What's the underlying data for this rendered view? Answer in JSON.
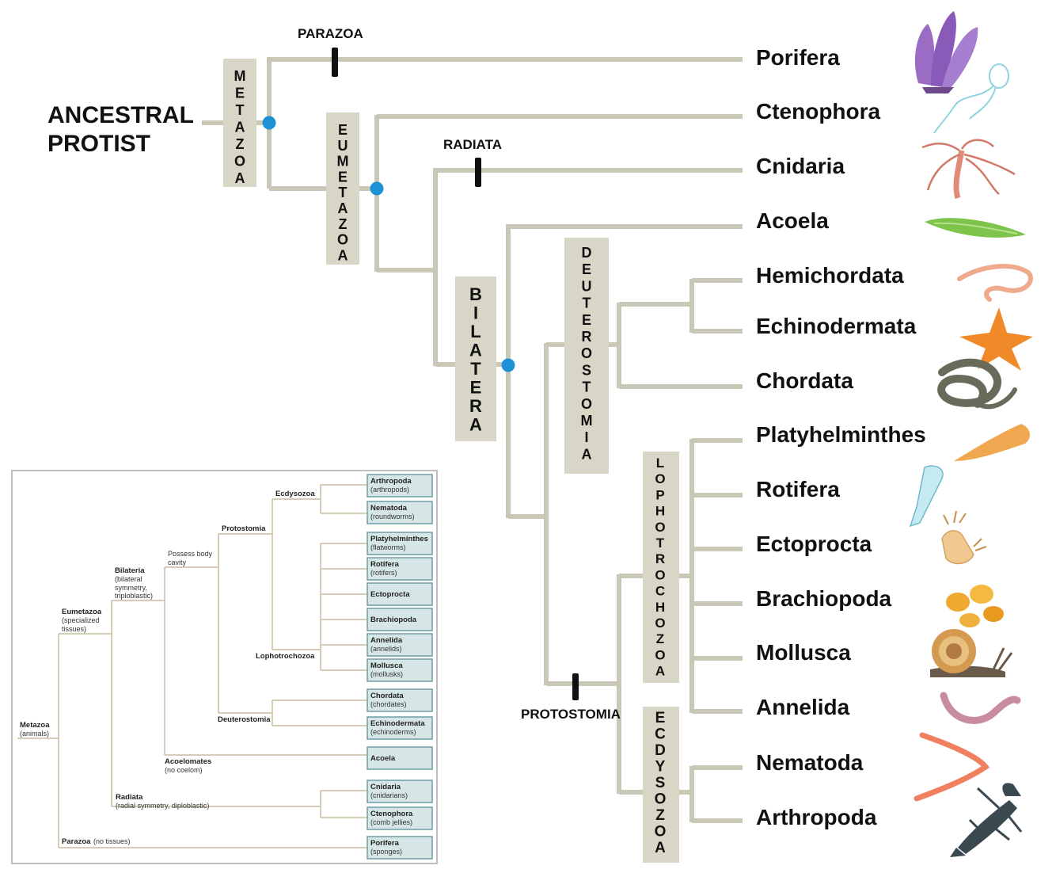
{
  "main_tree": {
    "root_label_lines": [
      "ANCESTRAL",
      "PROTIST"
    ],
    "taxa": [
      "Porifera",
      "Ctenophora",
      "Cnidaria",
      "Acoela",
      "Hemichordata",
      "Echinodermata",
      "Chordata",
      "Platyhelminthes",
      "Rotifera",
      "Ectoprocta",
      "Brachiopoda",
      "Mollusca",
      "Annelida",
      "Nematoda",
      "Arthropoda"
    ],
    "clades": {
      "metazoa": "METAZOA",
      "eumetazoa": "EUMETAZOA",
      "bilatera": "BILATERA",
      "deuterostomia": "DEUTEROSTOMIA",
      "lophotrochozoa": "LOPHOTROCHOZOA",
      "ecdysozoa": "ECDYSOZOA"
    },
    "markers": {
      "parazoa": "PARAZOA",
      "radiata": "RADIATA",
      "protostomia": "PROTOSTOMIA"
    },
    "colors": {
      "branch": "#c9c7b6",
      "clade_box": "#d8d6c6",
      "node_dot": "#1e90d6",
      "marker": "#111111"
    },
    "illustrations": [
      "sponge-icon",
      "comb-jelly-icon",
      "jellyfish-icon",
      "acoel-flatworm-icon",
      "acorn-worm-icon",
      "starfish-icon",
      "snake-icon",
      "flatworm-icon",
      "rotifer-icon",
      "bryozoan-icon",
      "brachiopod-icon",
      "snail-icon",
      "earthworm-icon",
      "roundworm-icon",
      "lobster-icon"
    ]
  },
  "inset": {
    "taxa": [
      {
        "name": "Arthropoda",
        "common": "(arthropods)"
      },
      {
        "name": "Nematoda",
        "common": "(roundworms)"
      },
      {
        "name": "Platyhelminthes",
        "common": "(flatworms)"
      },
      {
        "name": "Rotifera",
        "common": "(rotifers)"
      },
      {
        "name": "Ectoprocta",
        "common": ""
      },
      {
        "name": "Brachiopoda",
        "common": ""
      },
      {
        "name": "Annelida",
        "common": "(annelids)"
      },
      {
        "name": "Mollusca",
        "common": "(mollusks)"
      },
      {
        "name": "Chordata",
        "common": "(chordates)"
      },
      {
        "name": "Echinodermata",
        "common": "(echinoderms)"
      },
      {
        "name": "Acoela",
        "common": ""
      },
      {
        "name": "Cnidaria",
        "common": "(cnidarians)"
      },
      {
        "name": "Ctenophora",
        "common": "(comb jellies)"
      },
      {
        "name": "Porifera",
        "common": "(sponges)"
      }
    ],
    "nodes": {
      "ecdysozoa": "Ecdysozoa",
      "protostomia": "Protostomia",
      "possess_body_cavity_1": "Possess body",
      "possess_body_cavity_2": "cavity",
      "bilateria_name": "Bilateria",
      "bilateria_desc_1": "(bilateral",
      "bilateria_desc_2": "symmetry,",
      "bilateria_desc_3": "triploblastic)",
      "eumetazoa_name": "Eumetazoa",
      "eumetazoa_desc_1": "(specialized",
      "eumetazoa_desc_2": "tissues)",
      "lophotrochozoa": "Lophotrochozoa",
      "deuterostomia": "Deuterostomia",
      "metazoa_name": "Metazoa",
      "metazoa_desc": "(animals)",
      "acoelomates_name": "Acoelomates",
      "acoelomates_desc": "(no coelom)",
      "radiata_name": "Radiata",
      "radiata_desc": "(radial symmetry, diploblastic)",
      "parazoa_name": "Parazoa",
      "parazoa_desc": "(no tissues)"
    },
    "colors": {
      "frame": "#bfbfbf",
      "line": "#c8bca0",
      "box_fill": "#d6e6e6",
      "box_border": "#6e9ea4"
    }
  }
}
